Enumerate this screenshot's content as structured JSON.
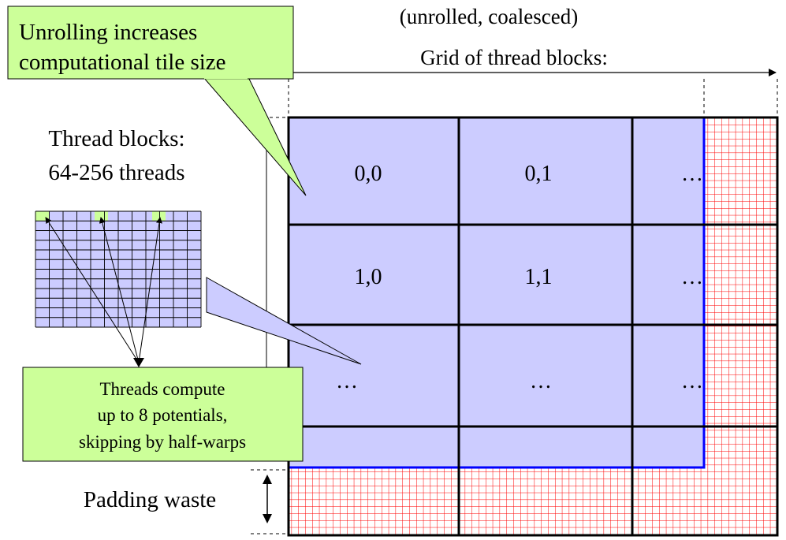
{
  "header": {
    "top_label": "(unrolled, coalesced)",
    "grid_label": "Grid of thread blocks:"
  },
  "left": {
    "thread_blocks_line1": "Thread blocks:",
    "thread_blocks_line2": "64-256 threads",
    "padding_label": "Padding waste"
  },
  "callouts": {
    "unrolling_line1": "Unrolling increases",
    "unrolling_line2": "computational tile size",
    "threads_line1": "Threads compute",
    "threads_line2": "up to 8 potentials,",
    "threads_line3": "skipping by half-warps"
  },
  "grid_cells": [
    [
      "0,0",
      "0,1",
      "…"
    ],
    [
      "1,0",
      "1,1",
      "…"
    ],
    [
      "…",
      "…",
      "…"
    ]
  ],
  "colors": {
    "block_fill": "#ccccff",
    "callout_fill": "#ccff99",
    "padding_grid": "#ff0000",
    "real_edge": "#0000ff",
    "lines": "#000000"
  }
}
